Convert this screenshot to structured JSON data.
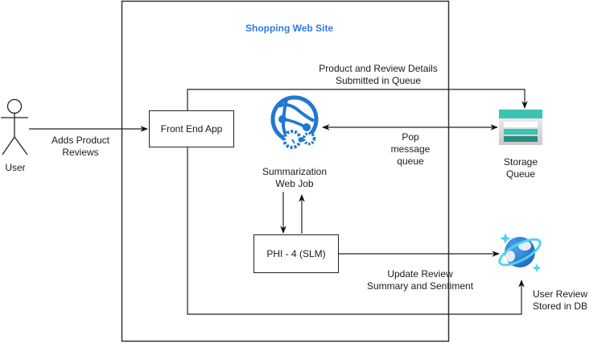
{
  "diagram": {
    "container_title": "Shopping Web Site",
    "actor": {
      "label": "User"
    },
    "nodes": {
      "front_end": "Front End App",
      "web_job": [
        "Summarization",
        "Web Job"
      ],
      "phi": "PHI - 4 (SLM)",
      "storage_queue": [
        "Storage",
        "Queue"
      ],
      "cosmos_db": [
        "User Review",
        "Stored in DB"
      ]
    },
    "edges": {
      "user_to_frontend": [
        "Adds Product",
        "Reviews"
      ],
      "frontend_to_queue": [
        "Product and Review  Details",
        "Submitted in Queue"
      ],
      "webjob_queue": [
        "Pop",
        "message",
        "queue"
      ],
      "phi_to_db": [
        "Update Review",
        "Summary and Sentiment"
      ]
    },
    "colors": {
      "title": "#2f7ae5",
      "web_job_icon": "#1f78d1",
      "queue_top": "#3cc3b2",
      "queue_dark": "#2a8a7c",
      "cosmos_blue": "#2a7fd4",
      "cosmos_ring": "#50d3f0"
    }
  }
}
